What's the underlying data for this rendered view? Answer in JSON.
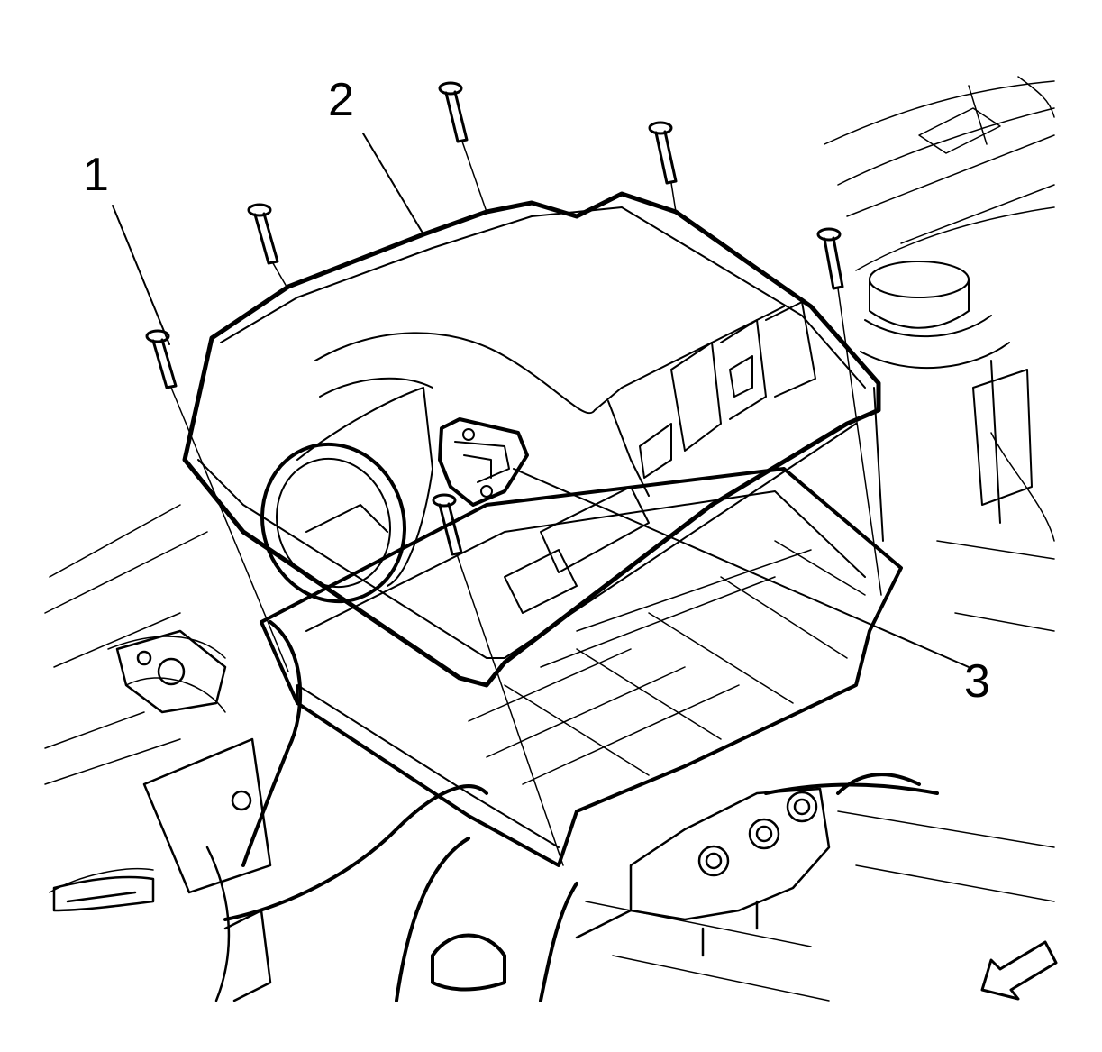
{
  "callouts": {
    "one": "1",
    "two": "2",
    "three": "3"
  },
  "colors": {
    "line": "#000000",
    "background": "#ffffff"
  },
  "icons": {
    "direction_arrow": "front-direction-arrow-icon"
  }
}
